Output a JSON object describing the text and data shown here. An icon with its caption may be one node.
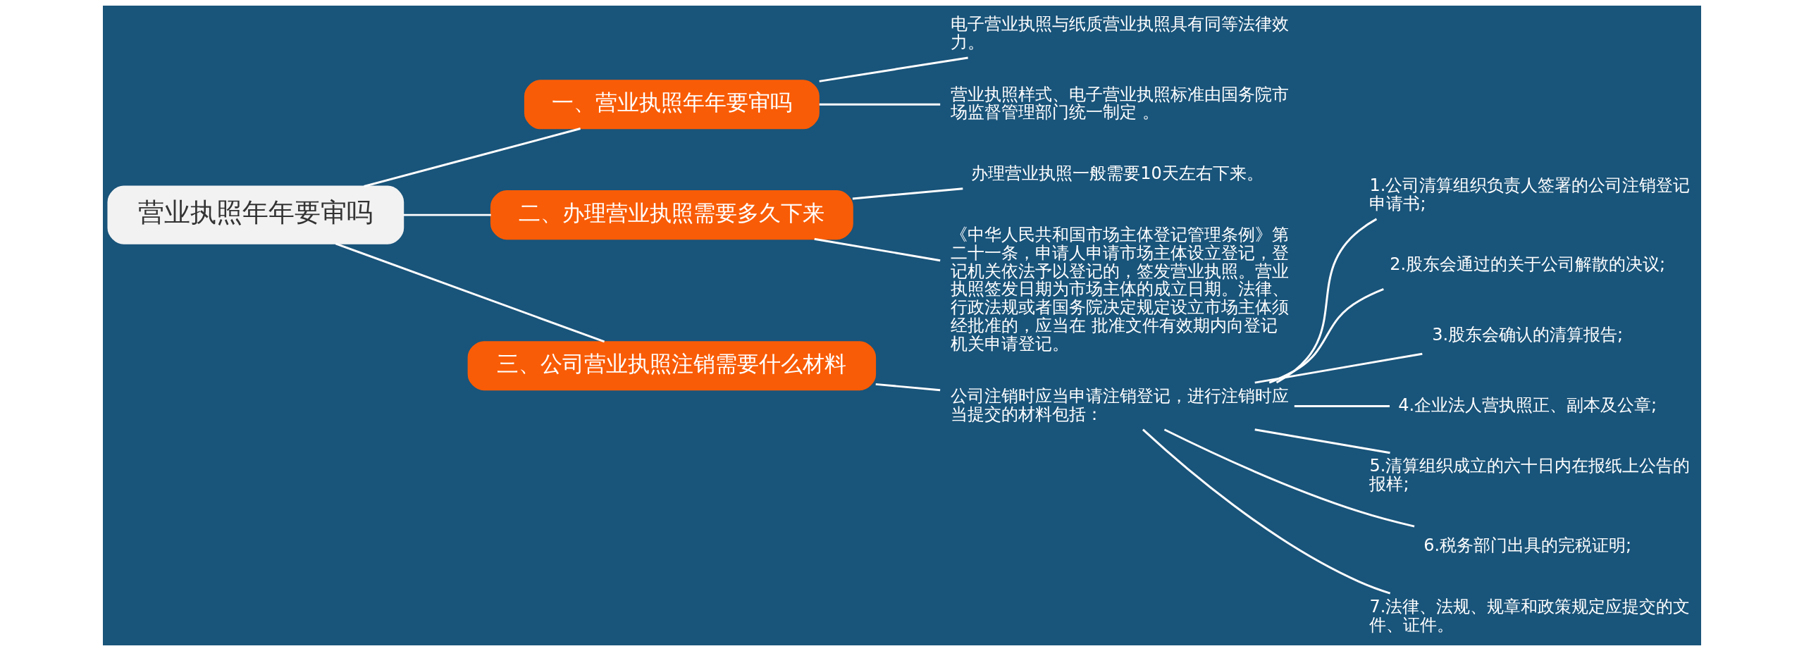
{
  "diagram": {
    "nodes": [
      {
        "text": [
          "营业执照年年要审吗"
        ]
      },
      {
        "text": [
          "一、营业执照年年要审吗"
        ]
      },
      {
        "text": [
          "电子营业执照与纸质营业执照具有同等法律效力。"
        ]
      },
      {
        "text": [
          "营业执照样式、电子营业执照标准由国务院市场监督管理部门统一制定 。"
        ]
      },
      {
        "text": [
          "二、办理营业执照需要多久下来"
        ]
      },
      {
        "text": [
          "办理营业执照一般需要10天左右下来。"
        ]
      },
      {
        "text": [
          "《中华人民共和国市场主体登记管理条例》第二十一条，申请人申请市场主体设立登记，登记机关依法予以登记的，签发营业执照。营业执照签发日期为市场主体的成立日期。法律、行政法规或者国务院决定规定设立市场主体须经批准的，应当在 批准文件有效期内向登记机关申请登记。"
        ]
      },
      {
        "text": [
          "三、公司营业执照注销需要什么材料"
        ]
      },
      {
        "text": [
          "公司注销时应当申请注销登记，进行注销时应当提交的材料包括："
        ]
      },
      {
        "text": [
          "1.公司清算组织负责人签署的公司注销登记申请书;"
        ]
      },
      {
        "text": [
          "2.股东会通过的关于公司解散的决议;"
        ]
      },
      {
        "text": [
          "3.股东会确认的清算报告;"
        ]
      },
      {
        "text": [
          "4.企业法人营执照正、副本及公章;"
        ]
      },
      {
        "text": [
          "5.清算组织成立的六十日内在报纸上公告的报样;"
        ]
      },
      {
        "text": [
          "6.税务部门出具的完税证明;"
        ]
      },
      {
        "text": [
          "7.法律、法规、规章和政策规定应提交的文件、证件。"
        ]
      }
    ],
    "edges": [
      {
        "from": 0,
        "to": 1,
        "arrow": "none"
      },
      {
        "from": 1,
        "to": 2,
        "arrow": "none"
      },
      {
        "from": 1,
        "to": 3,
        "arrow": "none"
      },
      {
        "from": 0,
        "to": 4,
        "arrow": "none"
      },
      {
        "from": 4,
        "to": 5,
        "arrow": "none"
      },
      {
        "from": 4,
        "to": 6,
        "arrow": "none"
      },
      {
        "from": 0,
        "to": 7,
        "arrow": "none"
      },
      {
        "from": 7,
        "to": 8,
        "arrow": "none"
      },
      {
        "from": 8,
        "to": 9,
        "arrow": "none"
      },
      {
        "from": 8,
        "to": 10,
        "arrow": "none"
      },
      {
        "from": 8,
        "to": 11,
        "arrow": "none"
      },
      {
        "from": 8,
        "to": 12,
        "arrow": "none"
      },
      {
        "from": 8,
        "to": 13,
        "arrow": "none"
      },
      {
        "from": 8,
        "to": 14,
        "arrow": "none"
      },
      {
        "from": 8,
        "to": 15,
        "arrow": "none"
      }
    ]
  }
}
